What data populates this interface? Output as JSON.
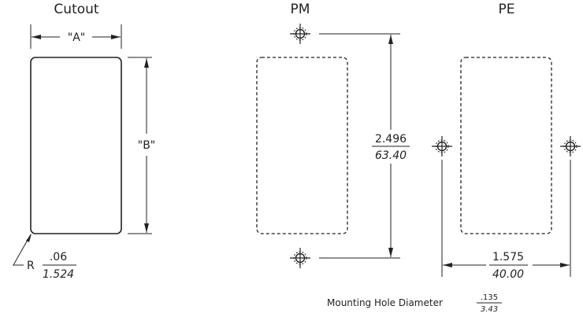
{
  "titles": {
    "cutout": "Cutout",
    "pm": "PM",
    "pe": "PE"
  },
  "cutout": {
    "width_label": "\"A\"",
    "height_label": "\"B\"",
    "radius_prefix": "R",
    "radius_in": ".06",
    "radius_mm": "1.524"
  },
  "pm": {
    "spacing_in": "2.496",
    "spacing_mm": "63.40"
  },
  "pe": {
    "spacing_in": "1.575",
    "spacing_mm": "40.00"
  },
  "mounting_hole": {
    "label": "Mounting Hole Diameter",
    "in": ".135",
    "mm": "3.43"
  }
}
